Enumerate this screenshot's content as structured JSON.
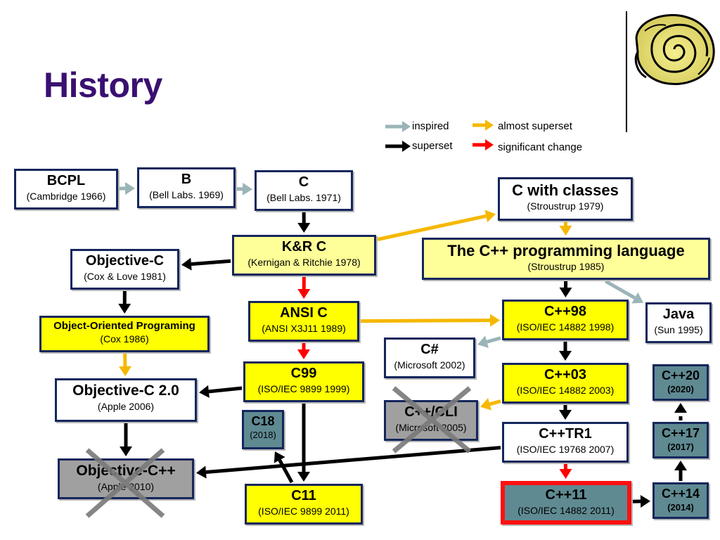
{
  "title": "History",
  "legend": {
    "inspired": "inspired",
    "superset": "superset",
    "almost_superset": "almost superset",
    "significant_change": "significant change"
  },
  "colors": {
    "inspired": "#9ab4b8",
    "superset": "#000000",
    "almost_superset": "#f5b800",
    "significant_change": "#ff0000",
    "title": "#3a1070",
    "box_border": "#14265c"
  },
  "nodes": {
    "bcpl": {
      "name": "BCPL",
      "sub": "(Cambridge 1966)"
    },
    "b": {
      "name": "B",
      "sub": "(Bell Labs. 1969)"
    },
    "c": {
      "name": "C",
      "sub": "(Bell Labs. 1971)"
    },
    "c_with_classes": {
      "name": "C with classes",
      "sub": "(Stroustrup 1979)"
    },
    "kr_c": {
      "name": "K&R C",
      "sub": "(Kernigan & Ritchie 1978)"
    },
    "cpp_lang": {
      "name": "The C++ programming language",
      "sub": "(Stroustrup 1985)"
    },
    "objc": {
      "name": "Objective-C",
      "sub": "(Cox & Love 1981)"
    },
    "ansi_c": {
      "name": "ANSI C",
      "sub": "(ANSI X3J11 1989)"
    },
    "cpp98": {
      "name": "C++98",
      "sub": "(ISO/IEC 14882 1998)"
    },
    "java": {
      "name": "Java",
      "sub": "(Sun 1995)"
    },
    "oop": {
      "name": "Object-Oriented Programing",
      "sub": "(Cox 1986)"
    },
    "csharp": {
      "name": "C#",
      "sub": "(Microsoft 2002)"
    },
    "c99": {
      "name": "C99",
      "sub": "(ISO/IEC 9899 1999)"
    },
    "cpp03": {
      "name": "C++03",
      "sub": "(ISO/IEC 14882 2003)"
    },
    "cpp20": {
      "name": "C++20",
      "sub": "(2020)"
    },
    "objc2": {
      "name": "Objective-C 2.0",
      "sub": "(Apple 2006)"
    },
    "cppcli": {
      "name": "C++/CLI",
      "sub": "(Microsoft 2005)"
    },
    "c18": {
      "name": "C18",
      "sub": "(2018)"
    },
    "cpptr1": {
      "name": "C++TR1",
      "sub": "(ISO/IEC 19768 2007)"
    },
    "cpp17": {
      "name": "C++17",
      "sub": "(2017)"
    },
    "objcpp": {
      "name": "Objective-C++",
      "sub": "(Apple 2010)"
    },
    "c11": {
      "name": "C11",
      "sub": "(ISO/IEC 9899 2011)"
    },
    "cpp11": {
      "name": "C++11",
      "sub": "(ISO/IEC 14882 2011)"
    },
    "cpp14": {
      "name": "C++14",
      "sub": "(2014)"
    }
  },
  "edges": [
    {
      "from": "bcpl",
      "to": "b",
      "type": "inspired"
    },
    {
      "from": "b",
      "to": "c",
      "type": "inspired"
    },
    {
      "from": "c",
      "to": "kr_c",
      "type": "superset"
    },
    {
      "from": "kr_c",
      "to": "c_with_classes",
      "type": "almost_superset"
    },
    {
      "from": "kr_c",
      "to": "objc",
      "type": "superset"
    },
    {
      "from": "kr_c",
      "to": "ansi_c",
      "type": "significant_change"
    },
    {
      "from": "c_with_classes",
      "to": "cpp_lang",
      "type": "almost_superset"
    },
    {
      "from": "cpp_lang",
      "to": "cpp98",
      "type": "superset"
    },
    {
      "from": "cpp_lang",
      "to": "java",
      "type": "inspired"
    },
    {
      "from": "objc",
      "to": "oop",
      "type": "superset"
    },
    {
      "from": "oop",
      "to": "objc2",
      "type": "almost_superset"
    },
    {
      "from": "ansi_c",
      "to": "cpp98",
      "type": "almost_superset"
    },
    {
      "from": "ansi_c",
      "to": "c99",
      "type": "significant_change"
    },
    {
      "from": "cpp98",
      "to": "csharp",
      "type": "inspired"
    },
    {
      "from": "cpp98",
      "to": "cpp03",
      "type": "superset"
    },
    {
      "from": "c99",
      "to": "objc2",
      "type": "superset"
    },
    {
      "from": "c99",
      "to": "c11",
      "type": "superset"
    },
    {
      "from": "cpp03",
      "to": "cppcli",
      "type": "almost_superset"
    },
    {
      "from": "cpp03",
      "to": "cpptr1",
      "type": "superset"
    },
    {
      "from": "objc2",
      "to": "objcpp",
      "type": "superset"
    },
    {
      "from": "cpptr1",
      "to": "objcpp",
      "type": "superset"
    },
    {
      "from": "cpptr1",
      "to": "cpp11",
      "type": "significant_change"
    },
    {
      "from": "c11",
      "to": "c18",
      "type": "superset"
    },
    {
      "from": "cpp11",
      "to": "cpp14",
      "type": "superset"
    },
    {
      "from": "cpp14",
      "to": "cpp17",
      "type": "superset"
    },
    {
      "from": "cpp17",
      "to": "cpp20",
      "type": "superset_dashed"
    }
  ],
  "crossed_out": [
    "cppcli",
    "objcpp"
  ]
}
